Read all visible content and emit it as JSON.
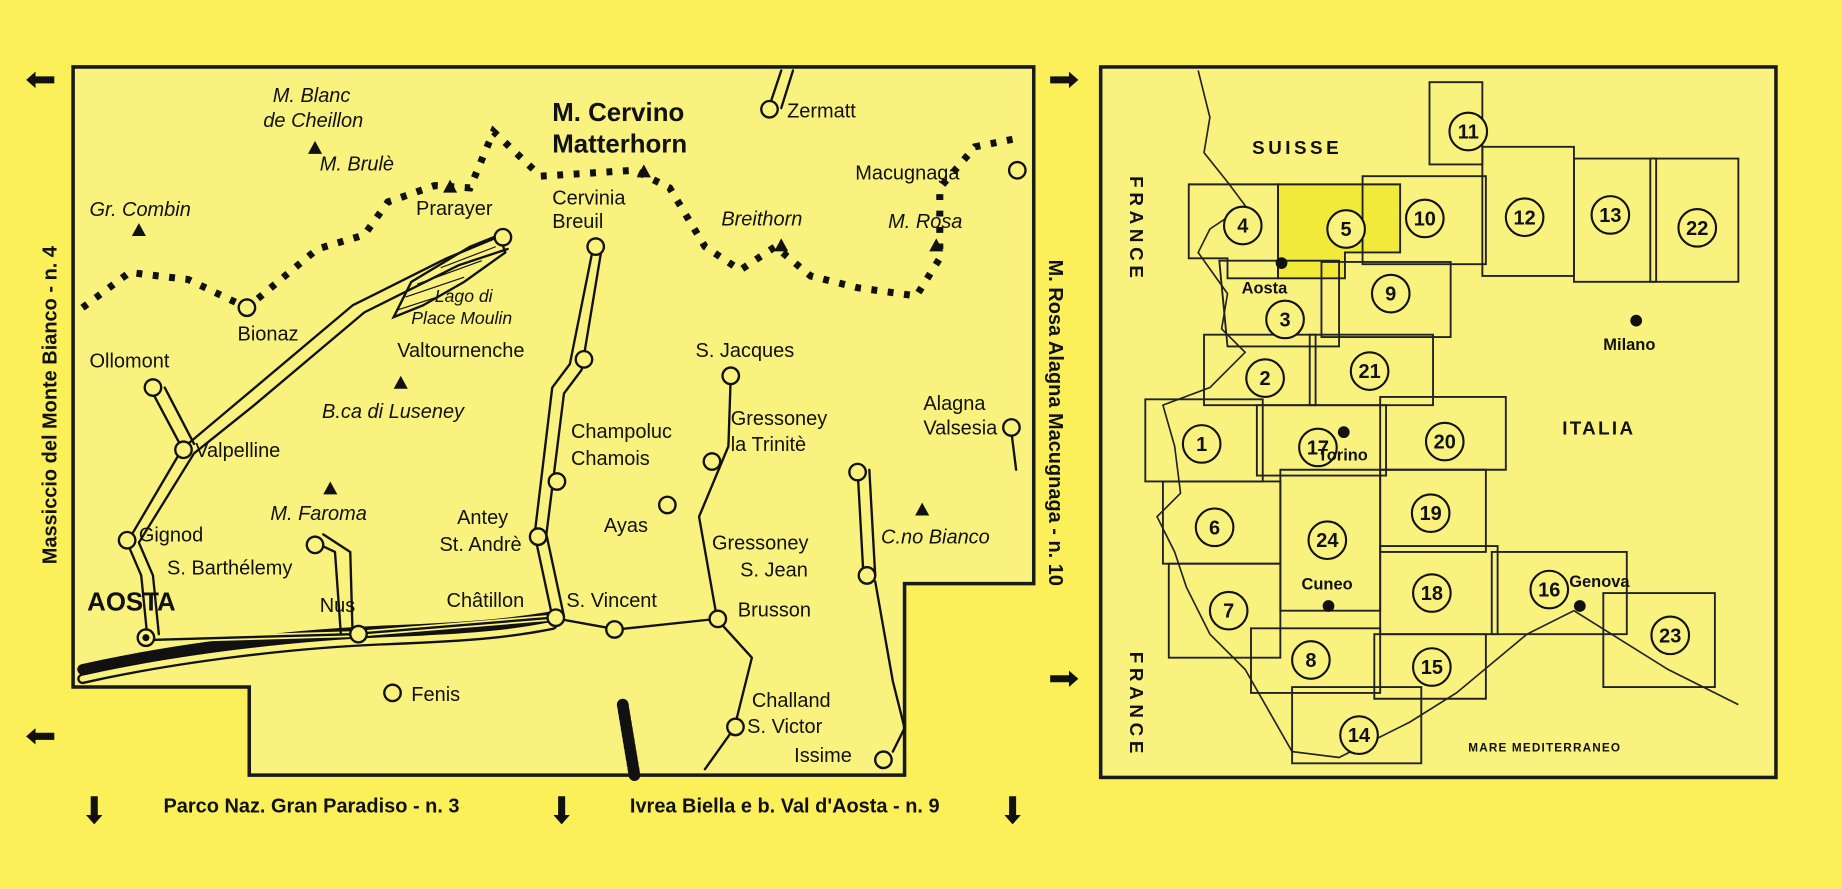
{
  "colors": {
    "background": "#fbf05a",
    "map_fill": "#f9f27f",
    "highlight": "#f2ea3a",
    "ink": "#111111"
  },
  "captions": {
    "left": "Massiccio del Monte Bianco - n. 4",
    "right": "M. Rosa Alagna Macugnaga - n. 10",
    "bottom_left": "Parco Naz. Gran Paradiso - n. 3",
    "bottom_right": "Ivrea Biella e b. Val d'Aosta - n. 9"
  },
  "detail_map": {
    "peaks": {
      "blanc_1": "M. Blanc",
      "blanc_2": "de Cheillon",
      "cervino_1": "M. Cervino",
      "cervino_2": "Matterhorn",
      "combin": "Gr. Combin",
      "brule": "M. Brulè",
      "breithorn": "Breithorn",
      "rosa": "M. Rosa",
      "luseney": "B.ca di Luseney",
      "faroma": "M. Faroma",
      "bianco": "C.no Bianco"
    },
    "lake": {
      "l1": "Lago di",
      "l2": "Place Moulin"
    },
    "towns": {
      "zermatt": "Zermatt",
      "macugnaga": "Macugnaga",
      "prarayer": "Prarayer",
      "cervinia": "Cervinia",
      "breuil": "Breuil",
      "bionaz": "Bionaz",
      "valtournenche": "Valtournenche",
      "sjacques": "S. Jacques",
      "ollomont": "Ollomont",
      "alagna": "Alagna",
      "valsesia": "Valsesia",
      "champoluc": "Champoluc",
      "chamois": "Chamois",
      "gressoney1": "Gressoney",
      "trinite": "la Trinitè",
      "valpelline": "Valpelline",
      "antey": "Antey",
      "standre": "St. Andrè",
      "ayas": "Ayas",
      "gressoney2": "Gressoney",
      "sjean": "S. Jean",
      "gignod": "Gignod",
      "sbarthelemy": "S. Barthélemy",
      "aosta": "AOSTA",
      "nus": "Nus",
      "chatillon": "Châtillon",
      "svincent": "S. Vincent",
      "brusson": "Brusson",
      "fenis": "Fenis",
      "challand": "Challand",
      "svictor": "S. Victor",
      "issime": "Issime"
    }
  },
  "index_map": {
    "countries": {
      "suisse": "SUISSE",
      "france_top": "FRANCE",
      "france_bottom": "FRANCE",
      "italia": "ITALIA",
      "sea": "MARE MEDITERRANEO"
    },
    "cities": {
      "aosta": "Aosta",
      "milano": "Milano",
      "torino": "Torino",
      "cuneo": "Cuneo",
      "genova": "Genova"
    },
    "sheets": [
      "1",
      "2",
      "3",
      "4",
      "5",
      "6",
      "7",
      "8",
      "9",
      "10",
      "11",
      "12",
      "13",
      "14",
      "15",
      "16",
      "17",
      "18",
      "19",
      "20",
      "21",
      "22",
      "23",
      "24"
    ],
    "highlighted_sheet": "5"
  }
}
